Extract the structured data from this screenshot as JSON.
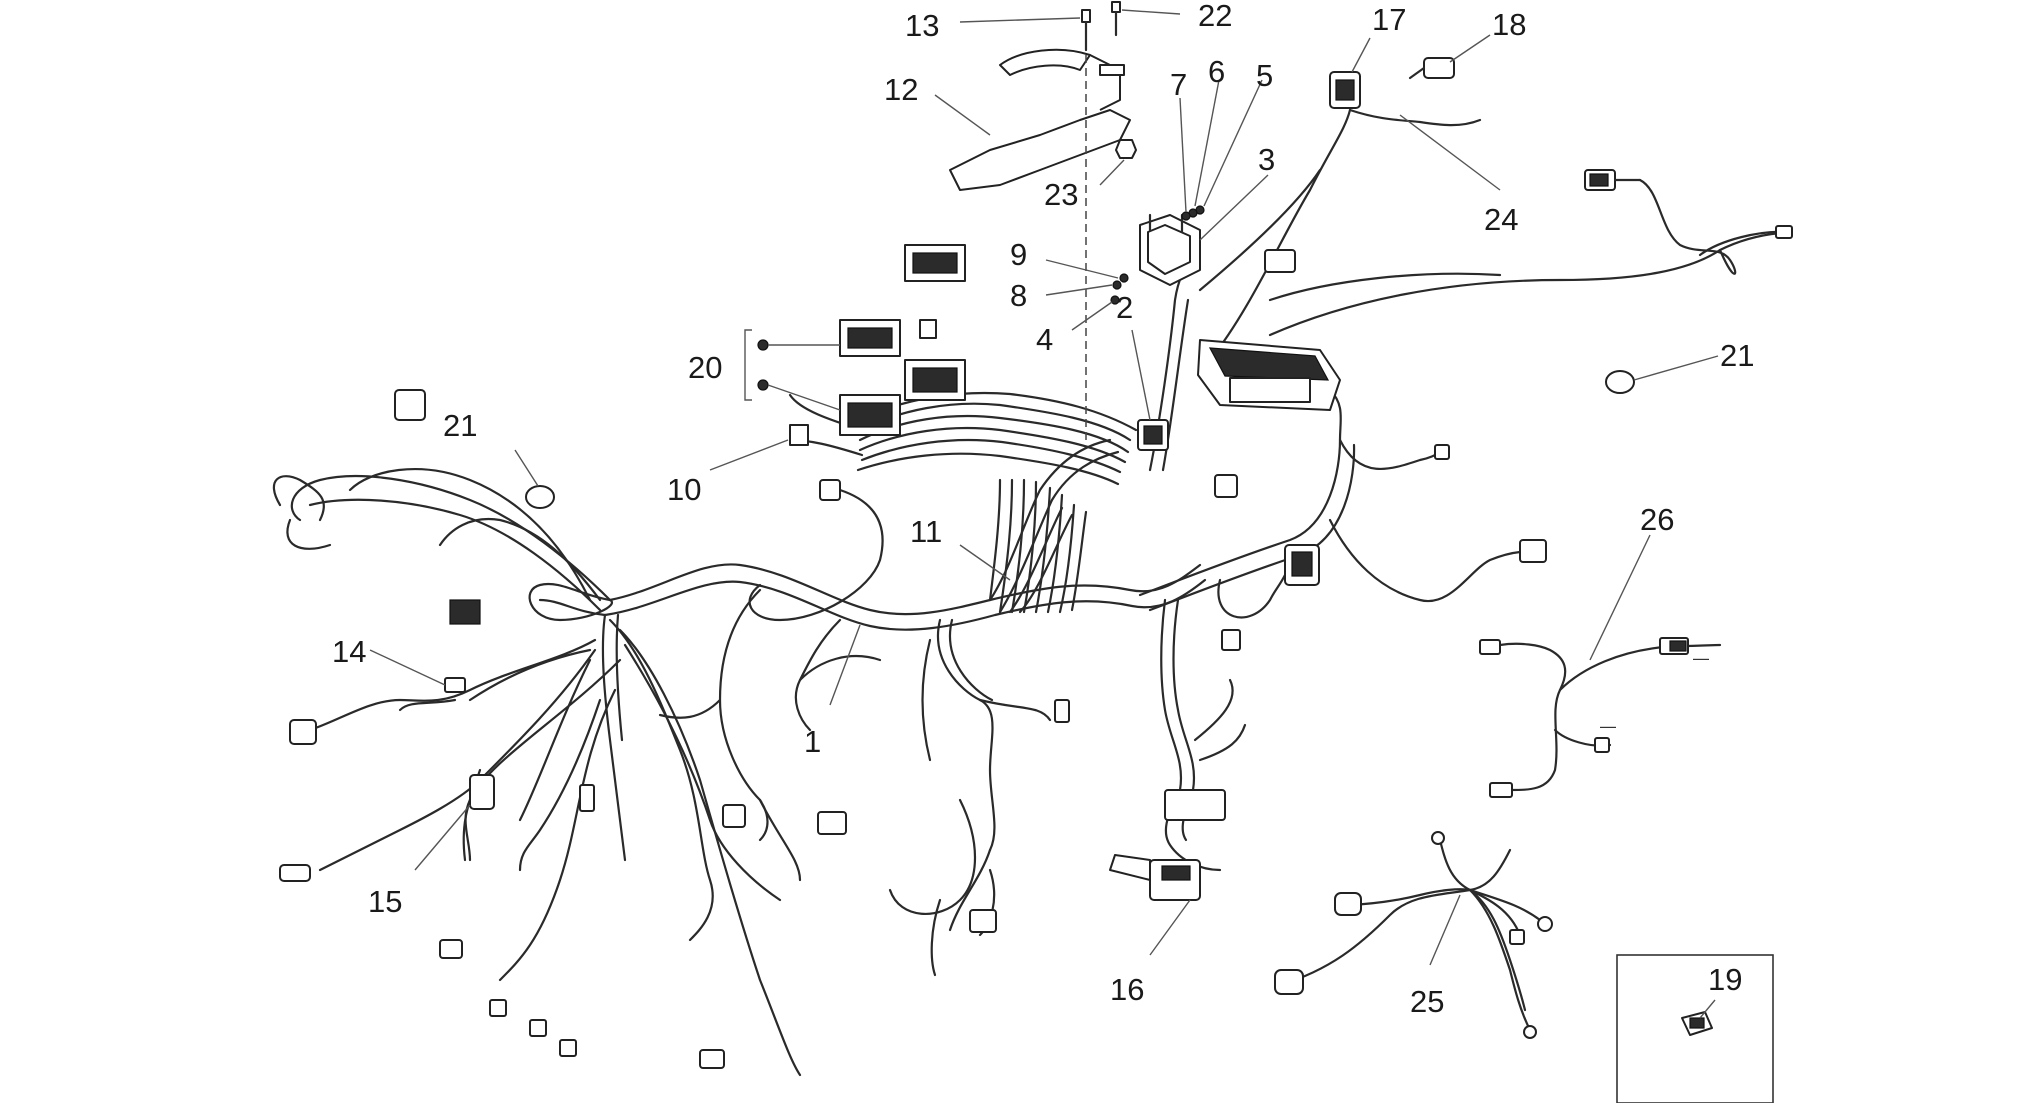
{
  "diagram": {
    "callouts": [
      {
        "id": "c13",
        "text": "13"
      },
      {
        "id": "c22",
        "text": "22"
      },
      {
        "id": "c17",
        "text": "17"
      },
      {
        "id": "c18",
        "text": "18"
      },
      {
        "id": "c12",
        "text": "12"
      },
      {
        "id": "c7",
        "text": "7"
      },
      {
        "id": "c6",
        "text": "6"
      },
      {
        "id": "c5",
        "text": "5"
      },
      {
        "id": "c3",
        "text": "3"
      },
      {
        "id": "c23",
        "text": "23"
      },
      {
        "id": "c24",
        "text": "24"
      },
      {
        "id": "c9",
        "text": "9"
      },
      {
        "id": "c8",
        "text": "8"
      },
      {
        "id": "c2",
        "text": "2"
      },
      {
        "id": "c4",
        "text": "4"
      },
      {
        "id": "c20",
        "text": "20"
      },
      {
        "id": "c21a",
        "text": "21"
      },
      {
        "id": "c21b",
        "text": "21"
      },
      {
        "id": "c10",
        "text": "10"
      },
      {
        "id": "c11",
        "text": "11"
      },
      {
        "id": "c26",
        "text": "26"
      },
      {
        "id": "c14",
        "text": "14"
      },
      {
        "id": "c1",
        "text": "1"
      },
      {
        "id": "c15",
        "text": "15"
      },
      {
        "id": "c16",
        "text": "16"
      },
      {
        "id": "c25",
        "text": "25"
      },
      {
        "id": "c19",
        "text": "19"
      }
    ]
  }
}
